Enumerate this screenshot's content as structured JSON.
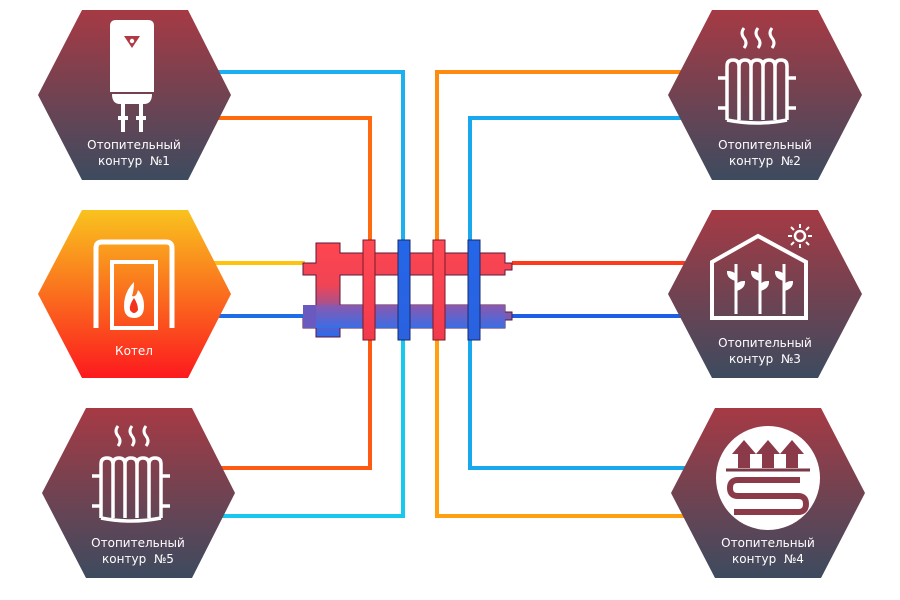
{
  "nodes": {
    "circuit1": {
      "line1": "Отопительный",
      "line2": "контур  №1",
      "icon": "water-heater-icon"
    },
    "circuit2": {
      "line1": "Отопительный",
      "line2": "контур  №2",
      "icon": "radiator-icon"
    },
    "circuit3": {
      "line1": "Отопительный",
      "line2": "контур  №3",
      "icon": "greenhouse-icon"
    },
    "circuit4": {
      "line1": "Отопительный",
      "line2": "контур  №4",
      "icon": "underfloor-heating-icon"
    },
    "circuit5": {
      "line1": "Отопительный",
      "line2": "контур  №5",
      "icon": "radiator-icon"
    },
    "boiler": {
      "label": "Котел",
      "icon": "boiler-fire-icon"
    }
  },
  "colors": {
    "hex_top": "#a23c46",
    "hex_bottom": "#3f4a5e",
    "boiler_top": "#f7c21d",
    "boiler_bottom": "#fb1a1e",
    "hot": "#ff2a2a",
    "cold": "#1d4de6",
    "cyan": "#1ee6ee",
    "yellow": "#ffc20e"
  }
}
